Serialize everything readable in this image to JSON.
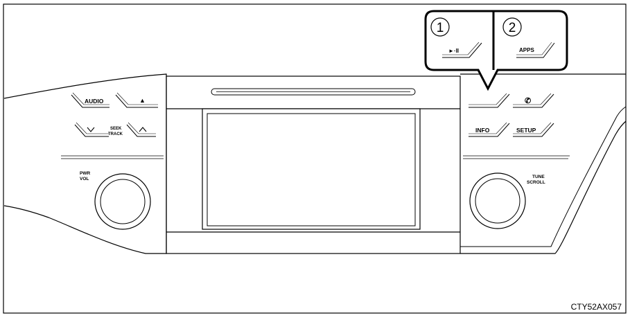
{
  "figure_code": "CTY52AX057",
  "callouts": [
    {
      "number": "1",
      "button_label": "►·II"
    },
    {
      "number": "2",
      "button_label": "APPS"
    }
  ],
  "left_panel": {
    "audio_label": "AUDIO",
    "eject_symbol": "▲",
    "seek_down_symbol": "∨",
    "seek_up_symbol": "∧",
    "seek_label": "SEEK",
    "track_label": "TRACK",
    "pwr_label": "PWR",
    "vol_label": "VOL"
  },
  "right_panel": {
    "phone_symbol": "✆",
    "info_label": "INFO",
    "setup_label": "SETUP",
    "tune_label": "TUNE",
    "scroll_label": "SCROLL"
  },
  "icons": {
    "eject": "eject-icon",
    "seek_down": "chevron-down-icon",
    "seek_up": "chevron-up-icon",
    "phone": "phone-icon",
    "play_pause": "play-pause-icon"
  },
  "colors": {
    "line": "#000000",
    "background": "#ffffff"
  }
}
